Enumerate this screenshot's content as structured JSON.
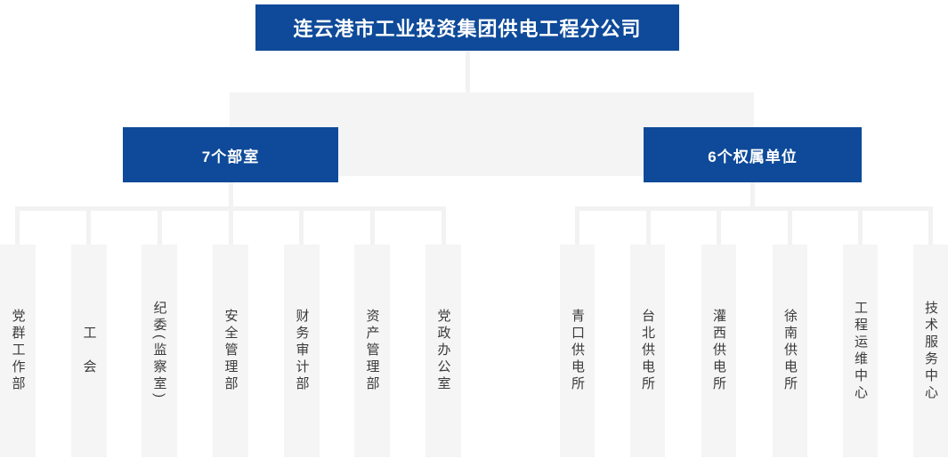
{
  "org_chart": {
    "root_label": "连云港市工业投资集团供电工程分公司",
    "groups": [
      {
        "label": "7个部室",
        "children": [
          "党群工作部",
          "工　会",
          "纪委(监察室)",
          "安全管理部",
          "财务审计部",
          "资产管理部",
          "党政办公室"
        ]
      },
      {
        "label": "6个权属单位",
        "children": [
          "青口供电所",
          "台北供电所",
          "灌西供电所",
          "徐南供电所",
          "工程运维中心",
          "技术服务中心"
        ]
      }
    ],
    "colors": {
      "node_blue": "#0e4a99",
      "node_text": "#ffffff",
      "connector_gray": "#f2f2f2",
      "band_gray": "#f4f4f5",
      "leaf_bg": "#f5f5f6",
      "leaf_text": "#3b3b3b"
    }
  }
}
